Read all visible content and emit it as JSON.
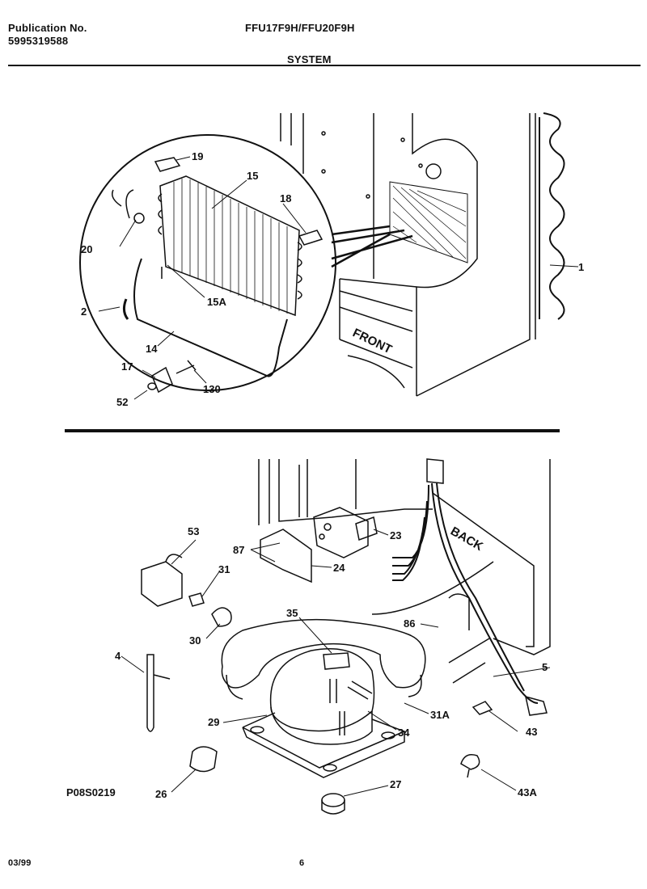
{
  "header": {
    "publication_label": "Publication No.",
    "publication_number": "5995319588",
    "models": "FFU17F9H/FFU20F9H",
    "section": "SYSTEM"
  },
  "footer": {
    "date": "03/99",
    "page": "6",
    "figure_code": "P08S0219"
  },
  "diagram_text": {
    "front": "FRONT",
    "back": "BACK"
  },
  "parts_top": [
    "19",
    "15",
    "18",
    "20",
    "15A",
    "2",
    "14",
    "17",
    "52",
    "130",
    "1"
  ],
  "parts_bottom": [
    "53",
    "87",
    "24",
    "23",
    "31",
    "30",
    "35",
    "86",
    "5",
    "4",
    "29",
    "34",
    "31A",
    "43",
    "26",
    "27",
    "43A"
  ]
}
